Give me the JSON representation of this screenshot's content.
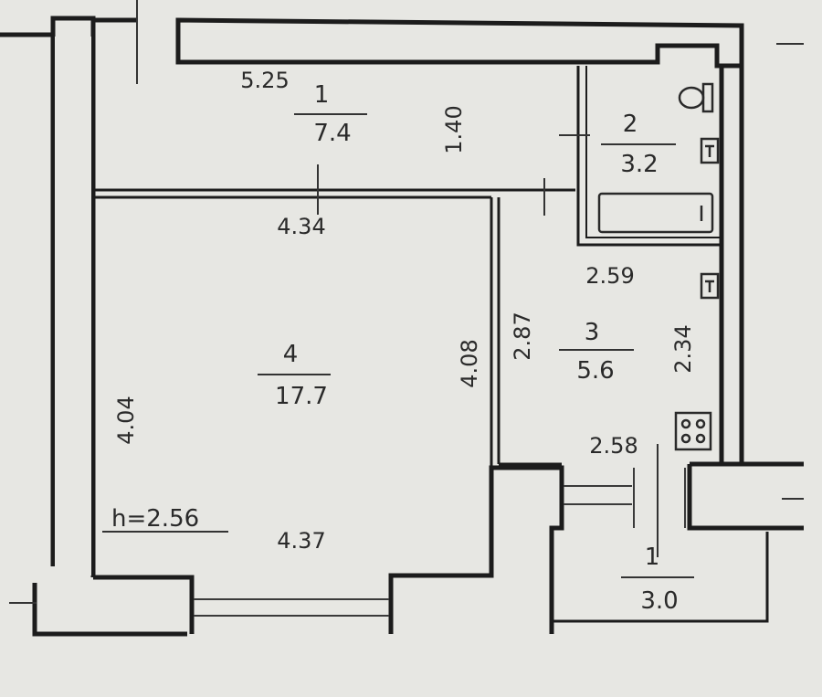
{
  "rooms": {
    "r1": {
      "number": "1",
      "area": "7.4"
    },
    "r2": {
      "number": "2",
      "area": "3.2"
    },
    "r3": {
      "number": "3",
      "area": "5.6"
    },
    "r4": {
      "number": "4",
      "area": "17.7"
    },
    "balcony": {
      "number": "1",
      "area": "3.0"
    }
  },
  "dimensions": {
    "d525": "5.25",
    "d140": "1.40",
    "d434": "4.34",
    "d259": "2.59",
    "d287": "2.87",
    "d408": "4.08",
    "d234": "2.34",
    "d404": "4.04",
    "d258": "2.58",
    "d437": "4.37"
  },
  "ceiling_height": "h=2.56"
}
